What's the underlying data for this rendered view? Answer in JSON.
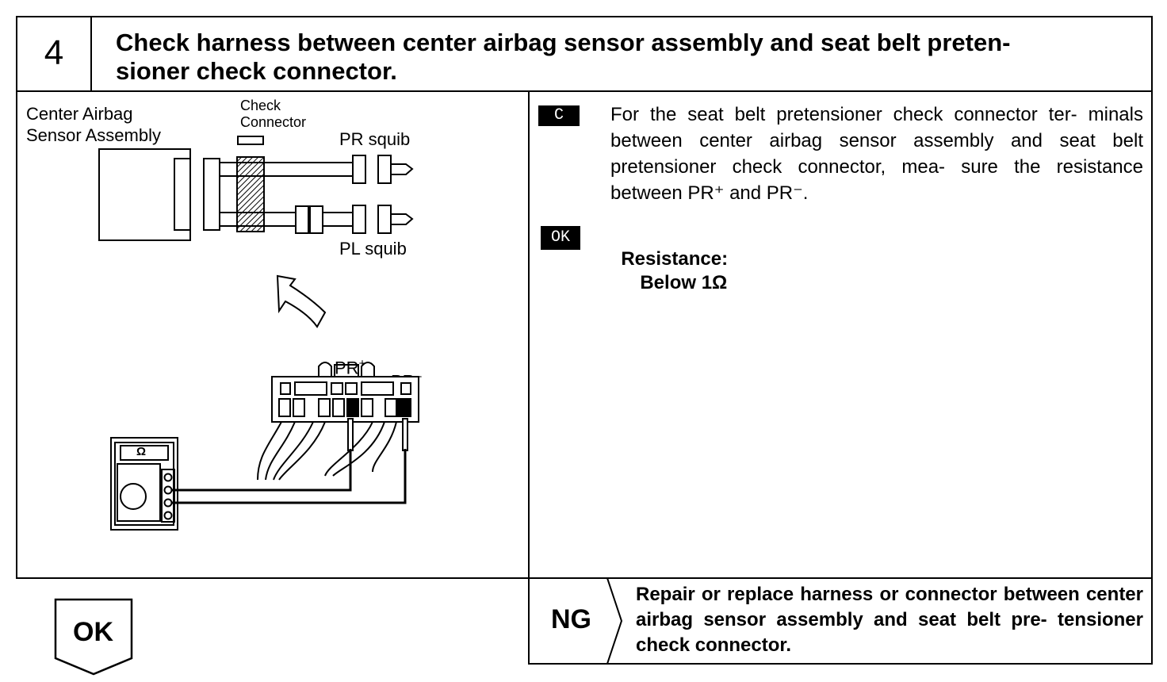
{
  "step": {
    "number": "4",
    "title_line1": "Check harness between center airbag sensor assembly and seat belt preten-",
    "title_line2": "sioner check connector."
  },
  "diagram": {
    "center_sensor_label": "Center Airbag\nSensor Assembly",
    "check_connector_label": "Check\nConnector",
    "pr_squib_label": "PR squib",
    "pl_squib_label": "PL squib",
    "pr_plus_label": "PR",
    "pr_plus_sup": "+",
    "pr_minus_label": "PR",
    "pr_minus_sup": "−",
    "ohm_symbol": "Ω"
  },
  "instructions": {
    "c_badge": "C",
    "c_text": "For the seat belt pretensioner check connector ter- minals between center airbag sensor assembly and seat belt pretensioner check connector, mea- sure the resistance between PR⁺ and PR⁻.",
    "ok_badge": "OK",
    "resistance_label": "Resistance:",
    "resistance_value": "Below 1Ω"
  },
  "outcomes": {
    "ok_label": "OK",
    "ng_label": "NG",
    "ng_text": "Repair or replace harness or connector between center airbag sensor assembly and seat belt pre- tensioner check connector."
  }
}
